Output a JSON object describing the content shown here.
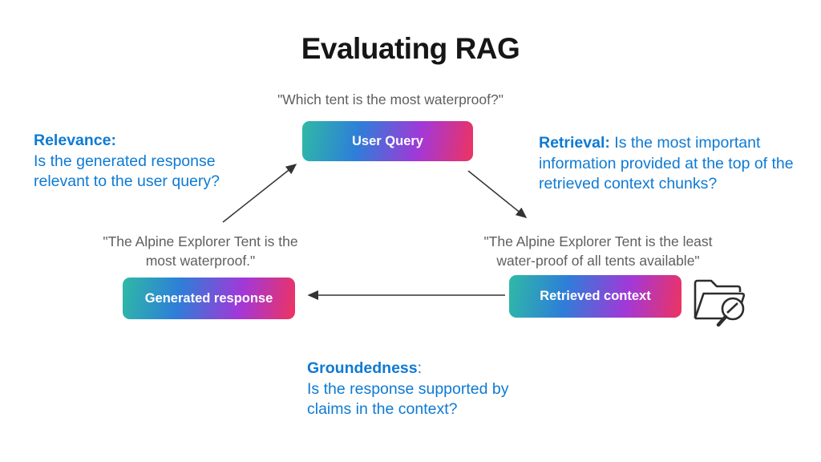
{
  "title": "Evaluating RAG",
  "colors": {
    "accent_blue": "#0e7ad3",
    "quote_gray": "#5f5f5f",
    "node_gradient": [
      "#2fb9a6",
      "#2e7ed8",
      "#a238d8",
      "#ee3360"
    ],
    "arrow": "#333333"
  },
  "quotes": {
    "user_query": "\"Which tent is the most waterproof?\"",
    "generated_response": {
      "line1": "\"The Alpine Explorer Tent is the",
      "line2": "most waterproof.\""
    },
    "retrieved_context": {
      "line1": "\"The Alpine Explorer Tent is the least",
      "line2": "water-proof of all tents available\""
    }
  },
  "nodes": {
    "user_query": {
      "label": "User Query"
    },
    "generated_response": {
      "label": "Generated response"
    },
    "retrieved_context": {
      "label": "Retrieved context"
    }
  },
  "annotations": {
    "relevance": {
      "term": "Relevance:",
      "body": "Is the generated response relevant to the user query?"
    },
    "retrieval": {
      "term": "Retrieval:",
      "body": " Is the most important information provided at the top of the retrieved context chunks?"
    },
    "groundedness": {
      "term": "Groundedness",
      "colon": ":",
      "body": "Is the response supported by claims in the context?"
    }
  },
  "icons": {
    "folder_search": "folder-search-icon"
  }
}
